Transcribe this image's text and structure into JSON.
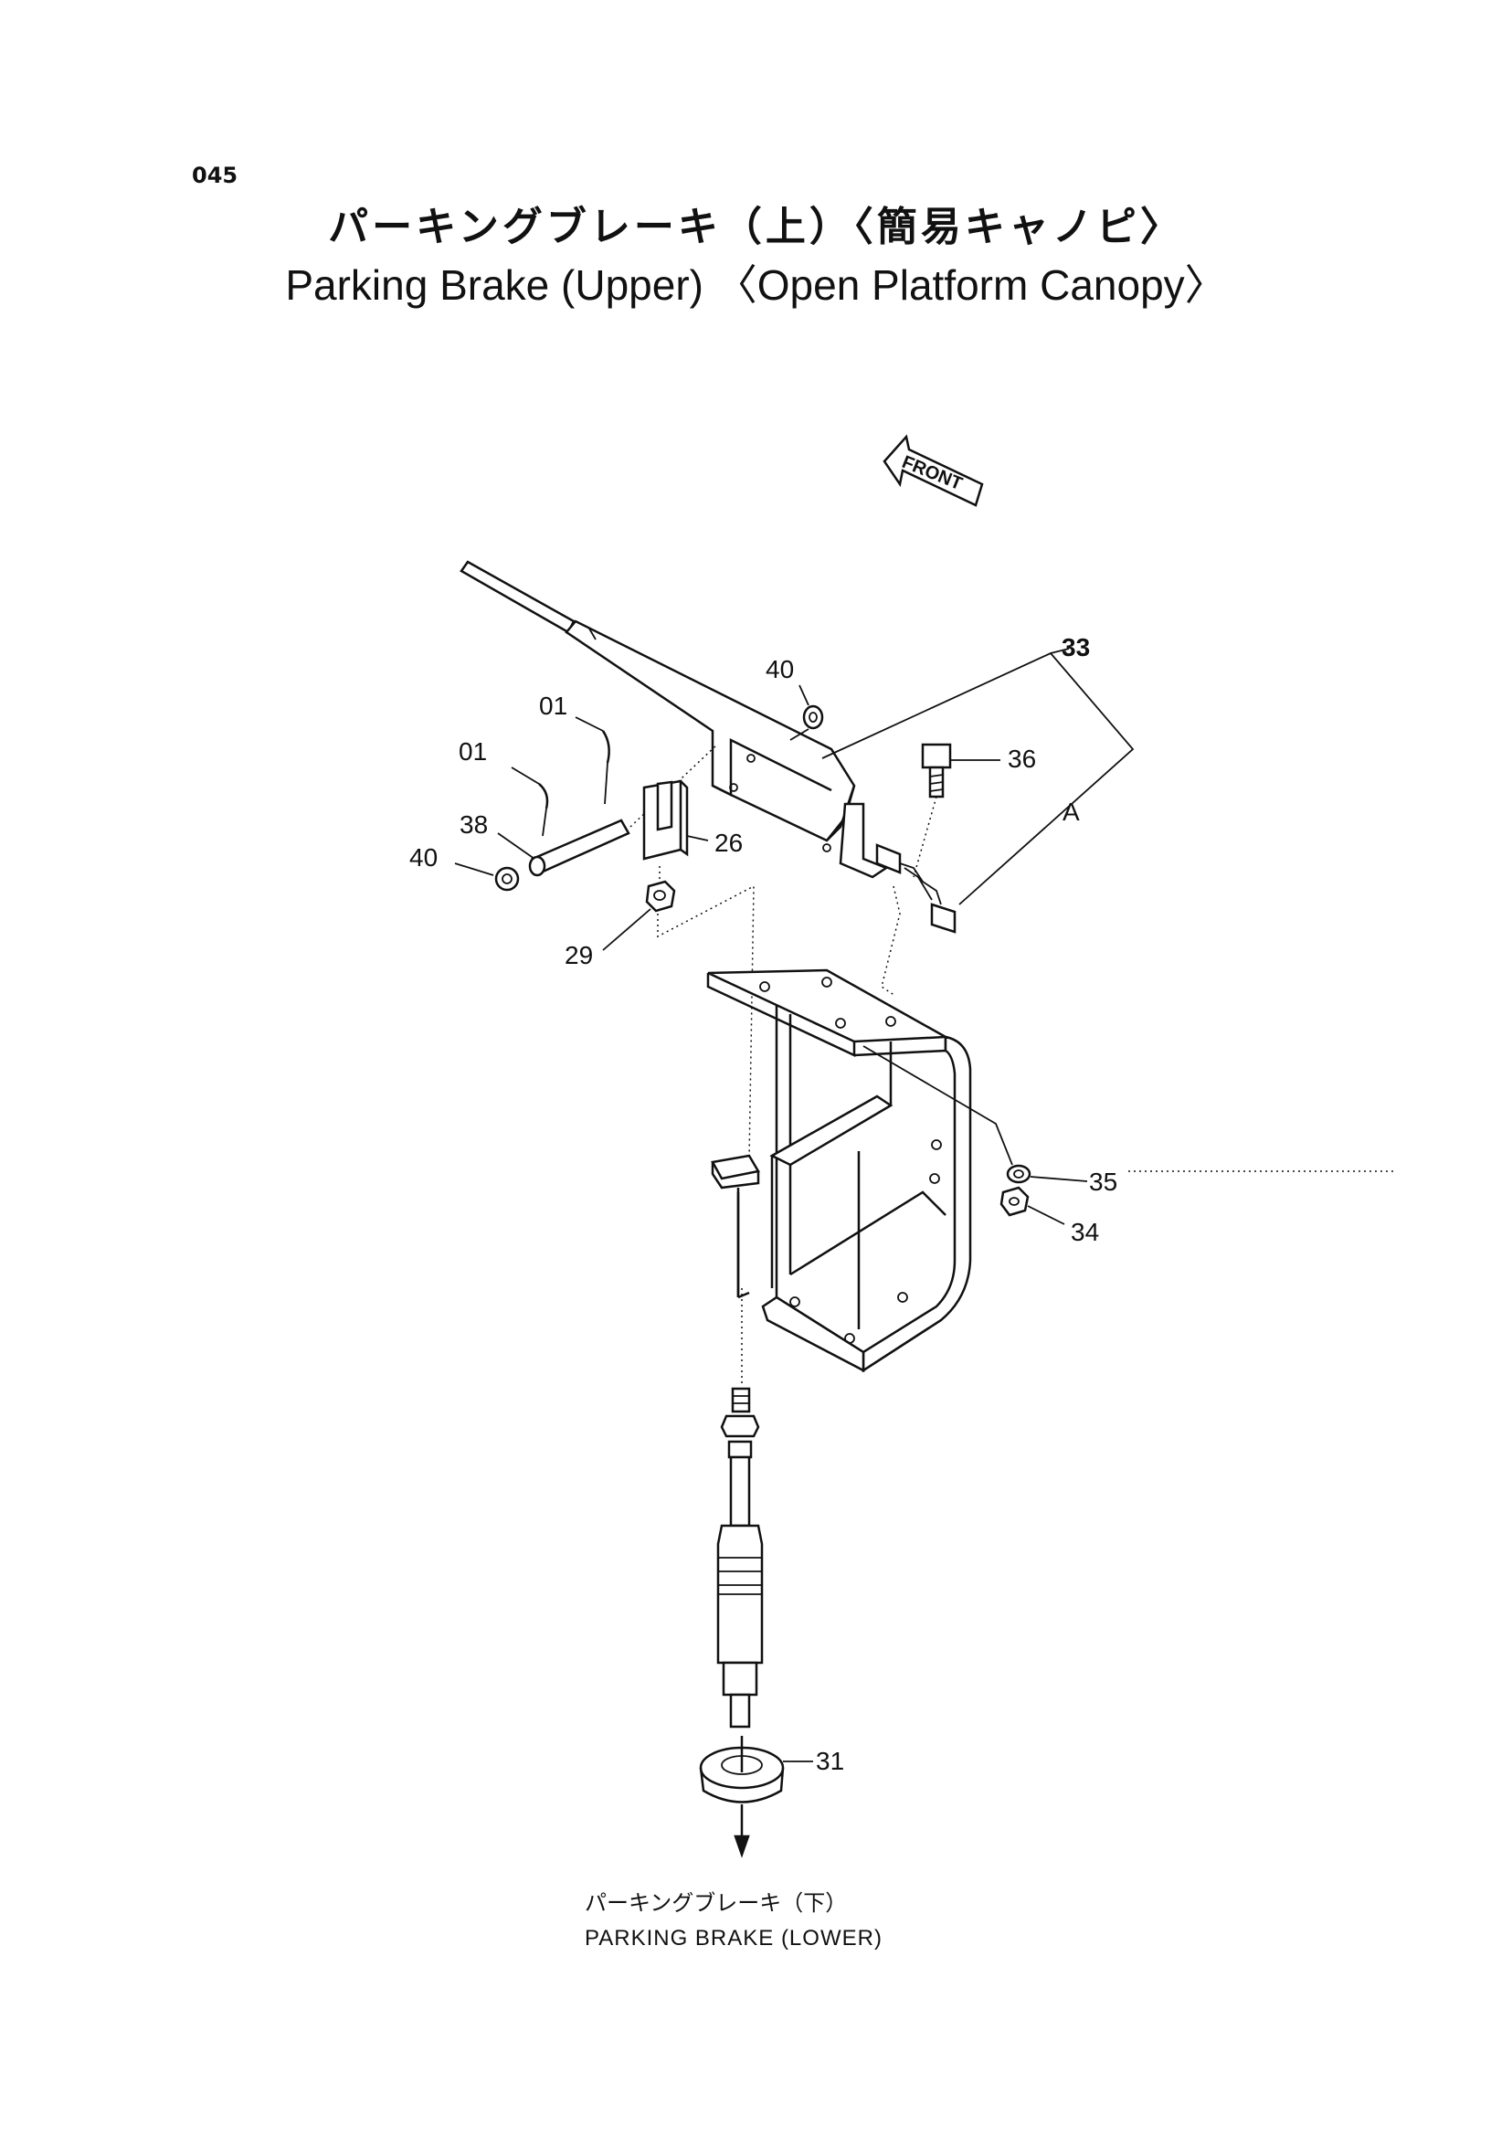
{
  "page_number": "045",
  "title_jp": "パーキングブレーキ（上）〈簡易キャノピ〉",
  "title_en": "Parking Brake (Upper) 〈Open Platform Canopy〉",
  "front_label": "FRONT",
  "callouts": {
    "c01a": "01",
    "c01b": "01",
    "c38": "38",
    "c40a": "40",
    "c40b": "40",
    "c26": "26",
    "c29": "29",
    "c33": "33",
    "c36": "36",
    "cA": "A",
    "c35": "35",
    "c34": "34",
    "c31": "31"
  },
  "caption_jp": "パーキングブレーキ（下）",
  "caption_en": "PARKING BRAKE (LOWER)"
}
